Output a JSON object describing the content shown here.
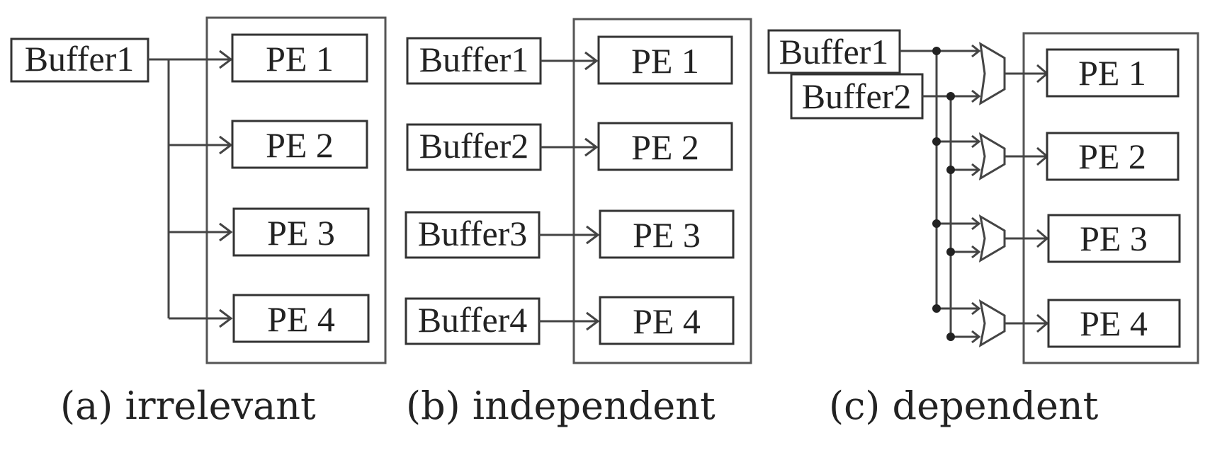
{
  "panels": [
    {
      "id": "a",
      "caption": "(a) irrelevant",
      "buffers": [
        "Buffer1"
      ],
      "pes": [
        "PE 1",
        "PE 2",
        "PE 3",
        "PE 4"
      ]
    },
    {
      "id": "b",
      "caption": "(b) independent",
      "buffers": [
        "Buffer1",
        "Buffer2",
        "Buffer3",
        "Buffer4"
      ],
      "pes": [
        "PE 1",
        "PE 2",
        "PE 3",
        "PE 4"
      ]
    },
    {
      "id": "c",
      "caption": "(c) dependent",
      "buffers": [
        "Buffer1",
        "Buffer2"
      ],
      "pes": [
        "PE 1",
        "PE 2",
        "PE 3",
        "PE 4"
      ]
    }
  ]
}
